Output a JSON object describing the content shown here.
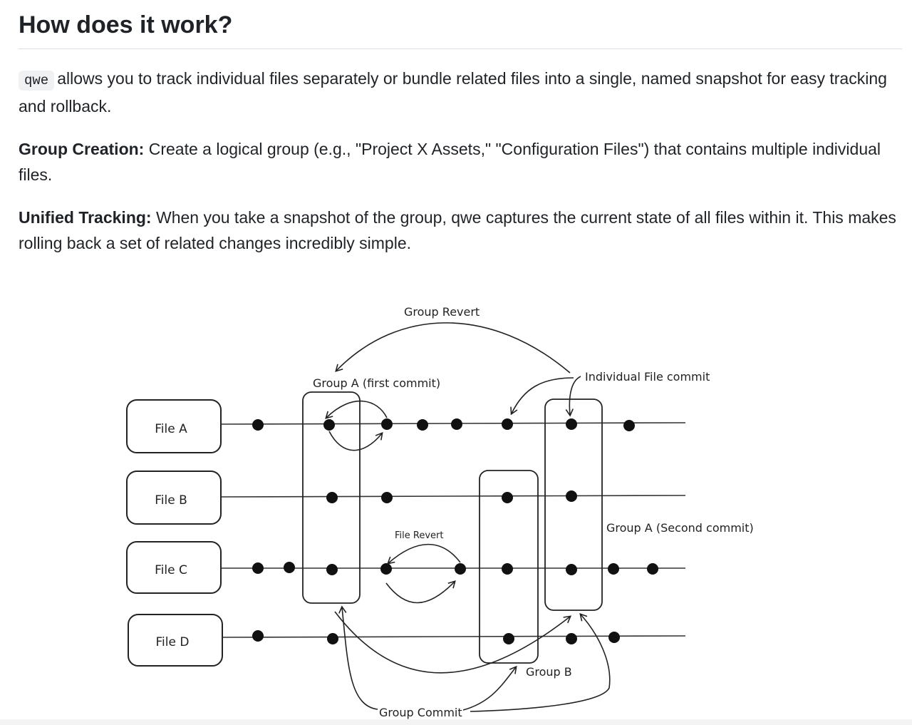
{
  "heading": "How does it work?",
  "intro": {
    "code": "qwe",
    "text": "allows you to track individual files separately or bundle related files into a single, named snapshot for easy tracking and rollback."
  },
  "group_creation": {
    "label": "Group Creation:",
    "text": " Create a logical group (e.g., \"Project X Assets,\" \"Configuration Files\") that contains multiple individual files."
  },
  "unified_tracking": {
    "label": "Unified Tracking:",
    "text": " When you take a snapshot of the group, qwe captures the current state of all files within it. This makes rolling back a set of related changes incredibly simple."
  },
  "diagram": {
    "files": [
      "File A",
      "File B",
      "File C",
      "File D"
    ],
    "labels": {
      "group_revert": "Group Revert",
      "group_a_first": "Group A (first commit)",
      "individual_file_commit": "Individual File commit",
      "file_revert": "File Revert",
      "group_a_second": "Group A (Second commit)",
      "group_b": "Group B",
      "group_commit": "Group Commit"
    }
  }
}
